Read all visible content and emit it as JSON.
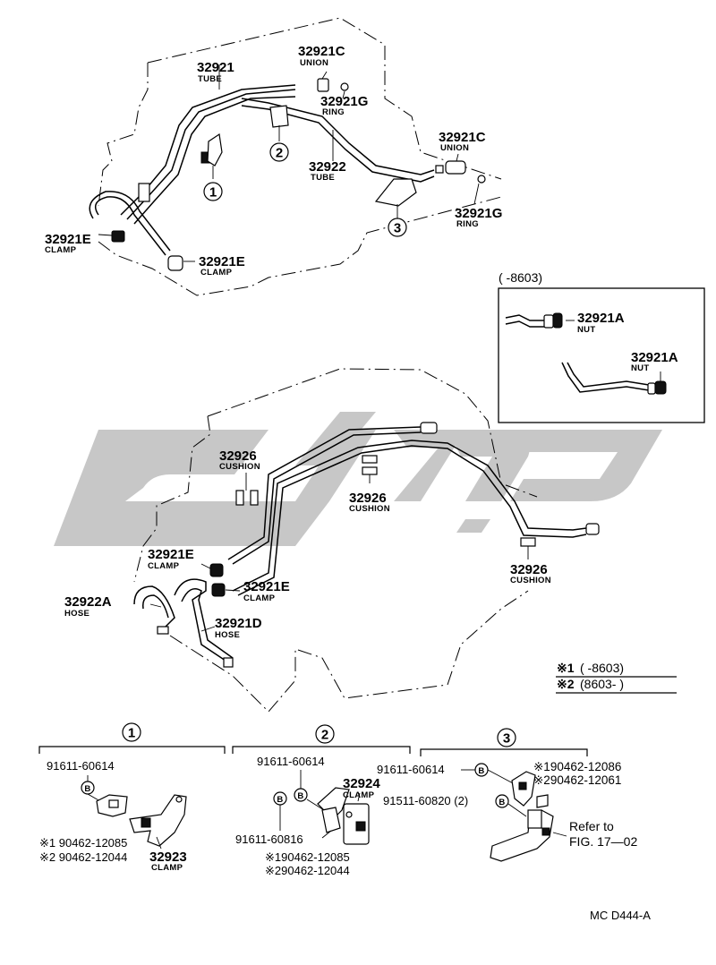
{
  "top_assembly": {
    "tube_32921": {
      "number": "32921",
      "name": "TUBE"
    },
    "union_top": {
      "number": "32921C",
      "name": "UNION"
    },
    "ring_top": {
      "number": "32921G",
      "name": "RING"
    },
    "tube_32922": {
      "number": "32922",
      "name": "TUBE"
    },
    "union_right": {
      "number": "32921C",
      "name": "UNION"
    },
    "ring_right": {
      "number": "32921G",
      "name": "RING"
    },
    "clamp_left": {
      "number": "32921E",
      "name": "CLAMP"
    },
    "clamp_bottom": {
      "number": "32921E",
      "name": "CLAMP"
    },
    "ref_1": "1",
    "ref_2": "2",
    "ref_3": "3"
  },
  "inset": {
    "period": "(      -8603)",
    "nut_a": {
      "number": "32921A",
      "name": "NUT"
    },
    "nut_b": {
      "number": "32921A",
      "name": "NUT"
    }
  },
  "mid_assembly": {
    "cushion_a": {
      "number": "32926",
      "name": "CUSHION"
    },
    "cushion_b": {
      "number": "32926",
      "name": "CUSHION"
    },
    "cushion_c": {
      "number": "32926",
      "name": "CUSHION"
    },
    "clamp_upper": {
      "number": "32921E",
      "name": "CLAMP"
    },
    "clamp_lower": {
      "number": "32921E",
      "name": "CLAMP"
    },
    "hose_a": {
      "number": "32922A",
      "name": "HOSE"
    },
    "hose_d": {
      "number": "32921D",
      "name": "HOSE"
    }
  },
  "legend": {
    "line1_mark": "※1",
    "line1_period": "(        -8603)",
    "line2_mark": "※2",
    "line2_period": "(8603-          )"
  },
  "detail_1": {
    "ref": "1",
    "bolt": "91611-60614",
    "clamp": {
      "number": "32923",
      "name": "CLAMP"
    },
    "alt1": "※1  90462-12085",
    "alt2": "※2  90462-12044"
  },
  "detail_2": {
    "ref": "2",
    "bolt_top": "91611-60614",
    "clamp": {
      "number": "32924",
      "name": "CLAMP"
    },
    "bolt_bottom": "91611-60816",
    "alt1": "※190462-12085",
    "alt2": "※290462-12044"
  },
  "detail_3": {
    "ref": "3",
    "bolt_a": "91611-60614",
    "bolt_b": "91511-60820 (2)",
    "alt1": "※190462-12086",
    "alt2": "※290462-12061",
    "refer_line1": "Refer to",
    "refer_line2": "FIG. 17—02"
  },
  "bolt_symbol": "B",
  "figure_code": "MC D444-A",
  "colors": {
    "ink": "#000000",
    "watermark": "#c7c7c7",
    "paper": "#ffffff"
  }
}
